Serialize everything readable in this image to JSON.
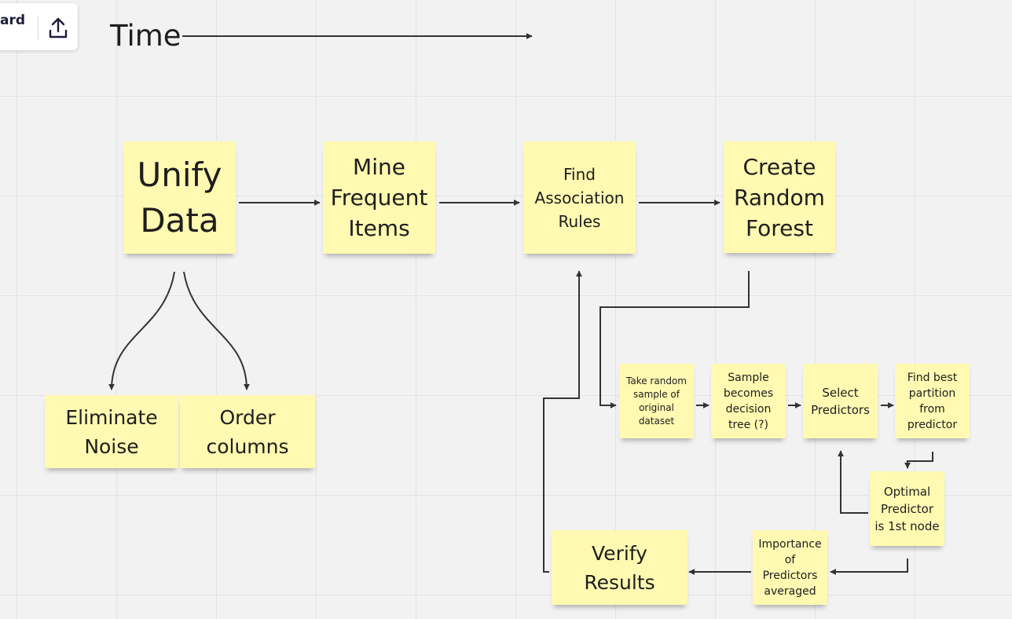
{
  "toolbar": {
    "board_label": "ard",
    "share_icon": "upload-icon"
  },
  "timeline": {
    "label": "Time"
  },
  "notes": {
    "unify": "Unify\nData",
    "mine": "Mine\nFrequent\nItems",
    "find": "Find\nAssociation\nRules",
    "forest": "Create\nRandom\nForest",
    "noise": "Eliminate\nNoise",
    "order": "Order\ncolumns",
    "take_sample": "Take random\nsample of\noriginal\ndataset",
    "sample_tree": "Sample\nbecomes\ndecision\ntree (?)",
    "select": "Select\nPredictors",
    "partition": "Find best\npartition\nfrom\npredictor",
    "optimal": "Optimal\nPredictor\nis 1st node",
    "importance": "Importance\nof\nPredictors\naveraged",
    "verify": "Verify\nResults"
  },
  "colors": {
    "sticky_note": "#fff9b1",
    "canvas": "#f2f2f2",
    "connector": "#333333"
  }
}
